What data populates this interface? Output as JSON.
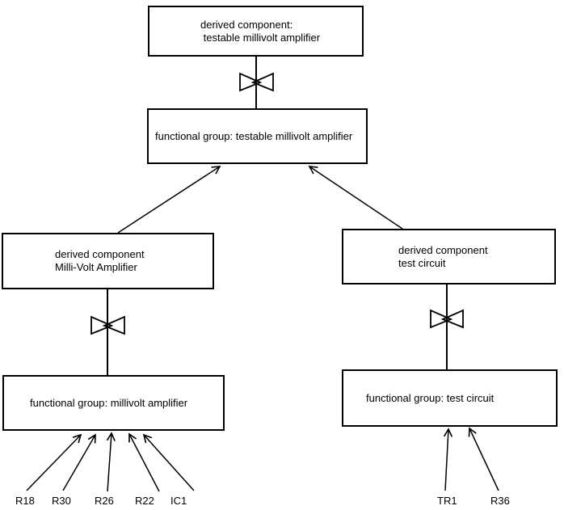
{
  "diagram": {
    "title": "component hierarchy diagram",
    "colors": {
      "line": "#000000",
      "background": "#ffffff",
      "text": "#000000"
    },
    "boxes": {
      "derived_testable": {
        "lines": [
          "derived component:",
          " testable millivolt amplifier"
        ]
      },
      "functional_testable": {
        "lines": [
          "functional group: testable millivolt amplifier"
        ]
      },
      "derived_millivolt": {
        "lines": [
          "derived component",
          "Milli-Volt Amplifier"
        ]
      },
      "functional_millivolt": {
        "lines": [
          "functional group: millivolt amplifier"
        ]
      },
      "derived_testcircuit": {
        "lines": [
          "derived component",
          "test circuit"
        ]
      },
      "functional_testcircuit": {
        "lines": [
          "functional group: test circuit"
        ]
      }
    },
    "leaf_labels": [
      "R18",
      "R30",
      "R26",
      "R22",
      "IC1",
      "TR1",
      "R36"
    ]
  }
}
